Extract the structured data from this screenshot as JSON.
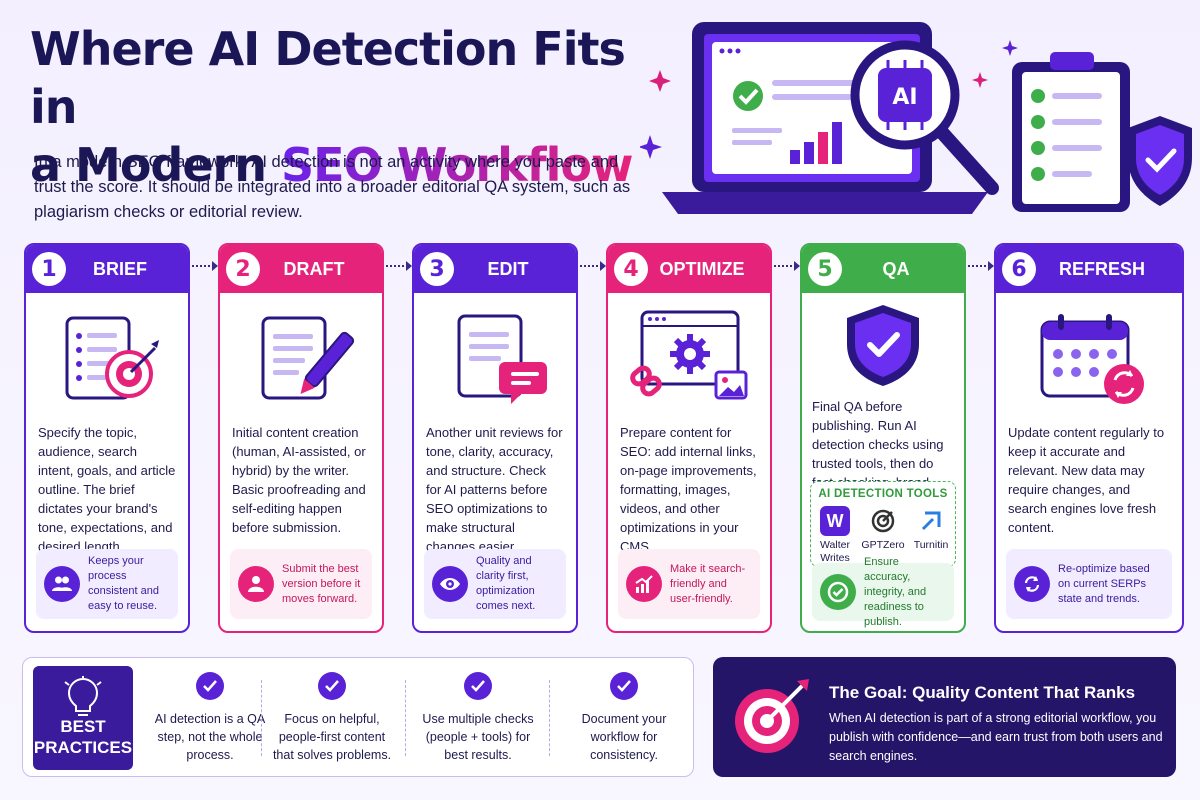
{
  "header": {
    "title_line1": "Where AI Detection Fits in",
    "title_line2_prefix": "a Modern ",
    "title_line2_highlight": "SEO Workflow",
    "intro": "In a modern SEO framework, AI detection is not an activity where you paste and trust the score. It should be integrated into a broader editorial QA system, such as plagiarism checks or editorial review."
  },
  "hero": {
    "badge": "AI"
  },
  "colors": {
    "brief": "#5a22d6",
    "draft": "#e6237a",
    "edit": "#5a22d6",
    "optimize": "#e6237a",
    "qa": "#3fae4a",
    "refresh": "#5a22d6",
    "navy": "#241569"
  },
  "steps": [
    {
      "number": "1",
      "label": "BRIEF",
      "icon": "document-target-icon",
      "description": "Specify the topic, audience, search intent, goals, and article outline. The brief dictates your brand's tone, expectations, and desired length.",
      "tip_icon": "people-icon",
      "tip": "Keeps your process consistent and easy to reuse."
    },
    {
      "number": "2",
      "label": "DRAFT",
      "icon": "document-pen-icon",
      "description": "Initial content creation (human, AI-assisted, or hybrid) by the writer. Basic proofreading and self-editing happen before submission.",
      "tip_icon": "user-icon",
      "tip": "Submit the best version before it moves forward."
    },
    {
      "number": "3",
      "label": "EDIT",
      "icon": "document-comment-icon",
      "description": "Another unit reviews for tone, clarity, accuracy, and structure. Check for AI patterns before SEO optimizations to make structural changes easier.",
      "tip_icon": "eye-icon",
      "tip": "Quality and clarity first, optimization comes next."
    },
    {
      "number": "4",
      "label": "OPTIMIZE",
      "icon": "browser-gear-icon",
      "description": "Prepare content for SEO: add internal links, on-page improvements, formatting, images, videos, and other optimizations in your CMS.",
      "tip_icon": "growth-chart-icon",
      "tip": "Make it search-friendly and user-friendly."
    },
    {
      "number": "5",
      "label": "QA",
      "icon": "shield-check-icon",
      "description": "Final QA before publishing. Run AI detection checks using trusted tools, then do fact-checking, brand review, and final approval.",
      "tip_icon": "check-circle-icon",
      "tip": "Ensure accuracy, integrity, and readiness to publish.",
      "tools_heading": "AI DETECTION TOOLS",
      "tools": [
        {
          "name": "Walter Writes",
          "mark": "W"
        },
        {
          "name": "GPTZero",
          "mark": ""
        },
        {
          "name": "Turnitin",
          "mark": ""
        }
      ]
    },
    {
      "number": "6",
      "label": "REFRESH",
      "icon": "calendar-refresh-icon",
      "description": "Update content regularly to keep it accurate and relevant. New data may require changes, and search engines love fresh content.",
      "tip_icon": "refresh-icon",
      "tip": "Re-optimize based on current SERPs state and trends."
    }
  ],
  "best_practices": {
    "label_line1": "BEST",
    "label_line2": "PRACTICES",
    "items": [
      "AI detection is a QA step, not the whole process.",
      "Focus on helpful, people-first content that solves problems.",
      "Use multiple checks (people + tools) for best results.",
      "Document your workflow for consistency."
    ]
  },
  "goal": {
    "title": "The Goal: Quality Content That Ranks",
    "description": "When AI detection is part of a strong editorial workflow, you publish with confidence—and earn trust from both users and search engines."
  }
}
